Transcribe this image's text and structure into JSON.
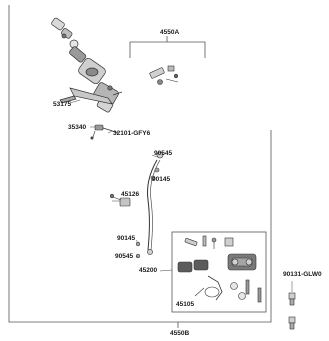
{
  "diagram": {
    "labels": {
      "assembly_top": "4550A",
      "assembly_bottom": "4550B",
      "lever": "53175",
      "switch": "35340",
      "switch_wire": "32101-GFY6",
      "bolt_upper": "90545",
      "washer_upper": "90145",
      "hose_clamp": "45126",
      "washer_lower": "90145",
      "bolt_lower": "90545",
      "caliper": "45200",
      "pad_set": "45105",
      "mount_bolt": "90131-GLW0"
    },
    "colors": {
      "line": "#333333",
      "part_fill": "#d9d9d9",
      "part_dark": "#6e6e6e",
      "frame": "#555555"
    }
  }
}
